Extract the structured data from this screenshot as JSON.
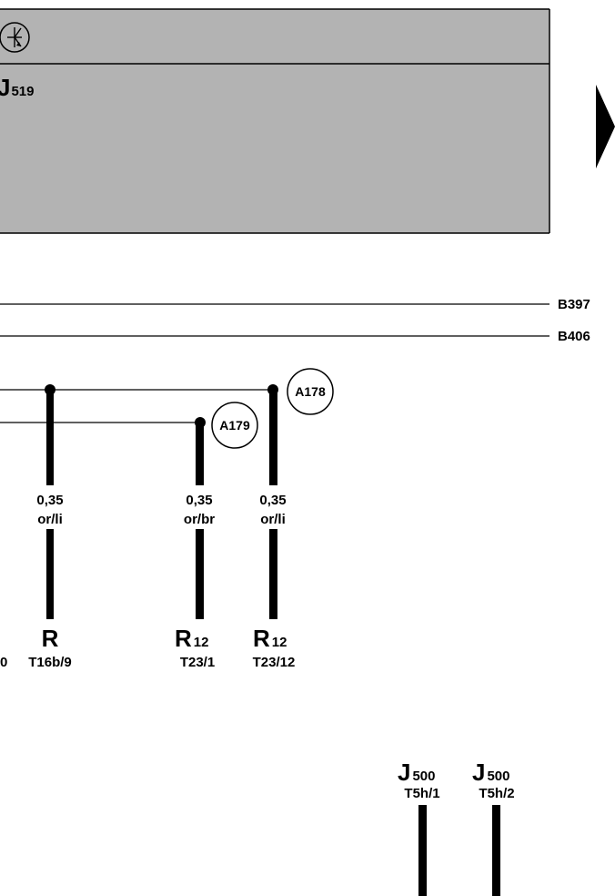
{
  "panel": {
    "symbol_icon": "transistor-symbol-icon",
    "component": "J",
    "component_sub": "519",
    "fill": "#b3b3b3"
  },
  "next_page_icon": "triangle-right-icon",
  "buses": [
    {
      "label": "B397"
    },
    {
      "label": "B406"
    }
  ],
  "connectors": [
    {
      "label": "A178"
    },
    {
      "label": "A179"
    }
  ],
  "wires": [
    {
      "size": "0,35",
      "color": "or/li",
      "component": "R",
      "sub": "",
      "pin": "T16b/9"
    },
    {
      "size": "0,35",
      "color": "or/br",
      "component": "R",
      "sub": "12",
      "pin": "T23/1"
    },
    {
      "size": "0,35",
      "color": "or/li",
      "component": "R",
      "sub": "12",
      "pin": "T23/12"
    }
  ],
  "left_fragment": "0",
  "lower_wires": [
    {
      "component": "J",
      "sub": "500",
      "pin": "T5h/1"
    },
    {
      "component": "J",
      "sub": "500",
      "pin": "T5h/2"
    }
  ]
}
